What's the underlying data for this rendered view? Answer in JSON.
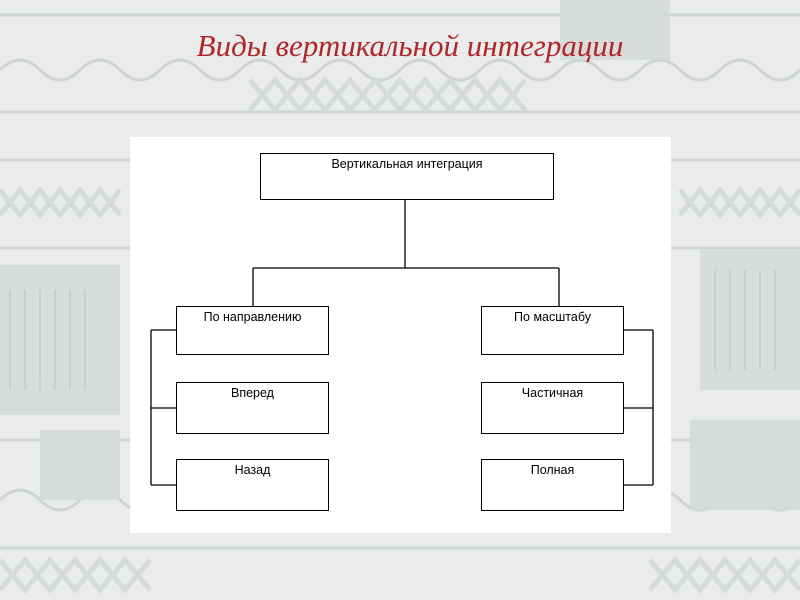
{
  "slide": {
    "title": "Виды вертикальной интеграции"
  },
  "diagram": {
    "root": "Вертикальная интеграция",
    "left_branch": {
      "label": "По направлению",
      "children": [
        "Вперед",
        "Назад"
      ]
    },
    "right_branch": {
      "label": "По масштабу",
      "children": [
        "Частичная",
        "Полная"
      ]
    }
  },
  "colors": {
    "title": "#b0262a",
    "background": "#e9ecea",
    "pattern": "#cfd3d1",
    "line": "#000000"
  }
}
